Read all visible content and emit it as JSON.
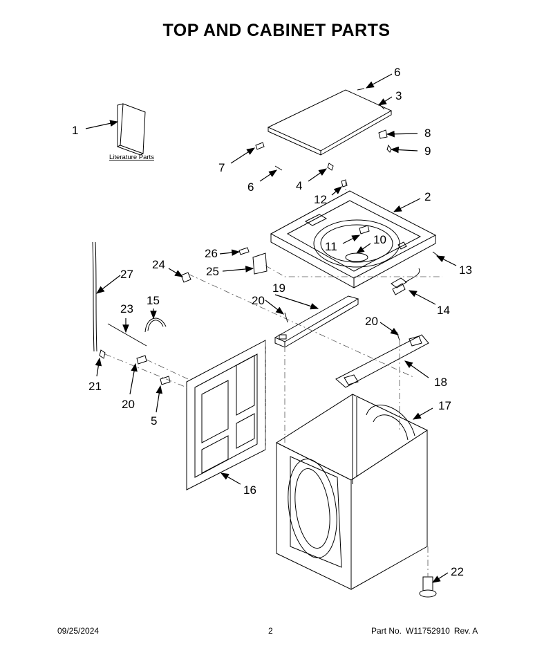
{
  "title": "TOP AND CABINET PARTS",
  "literature_label": "Literature Parts",
  "callouts": [
    "1",
    "2",
    "3",
    "4",
    "5",
    "6",
    "6",
    "7",
    "8",
    "9",
    "10",
    "11",
    "12",
    "13",
    "14",
    "15",
    "16",
    "17",
    "18",
    "19",
    "20",
    "20",
    "20",
    "21",
    "22",
    "23",
    "24",
    "25",
    "26",
    "27"
  ],
  "footer": {
    "date": "09/25/2024",
    "page": "2",
    "part_label": "Part No.",
    "part_number": "W11752910",
    "rev": "Rev.  A"
  }
}
